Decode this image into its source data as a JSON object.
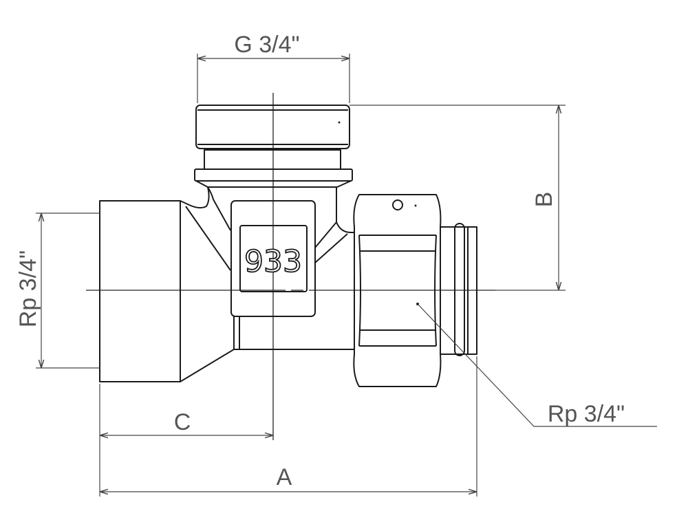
{
  "drawing": {
    "part_marking": "933",
    "dimensions": {
      "top_thread": "G 3/4\"",
      "height": "B",
      "left_thread": "Rp 3/4\"",
      "right_thread": "Rp 3/4\"",
      "center_offset": "C",
      "overall_length": "A"
    }
  }
}
